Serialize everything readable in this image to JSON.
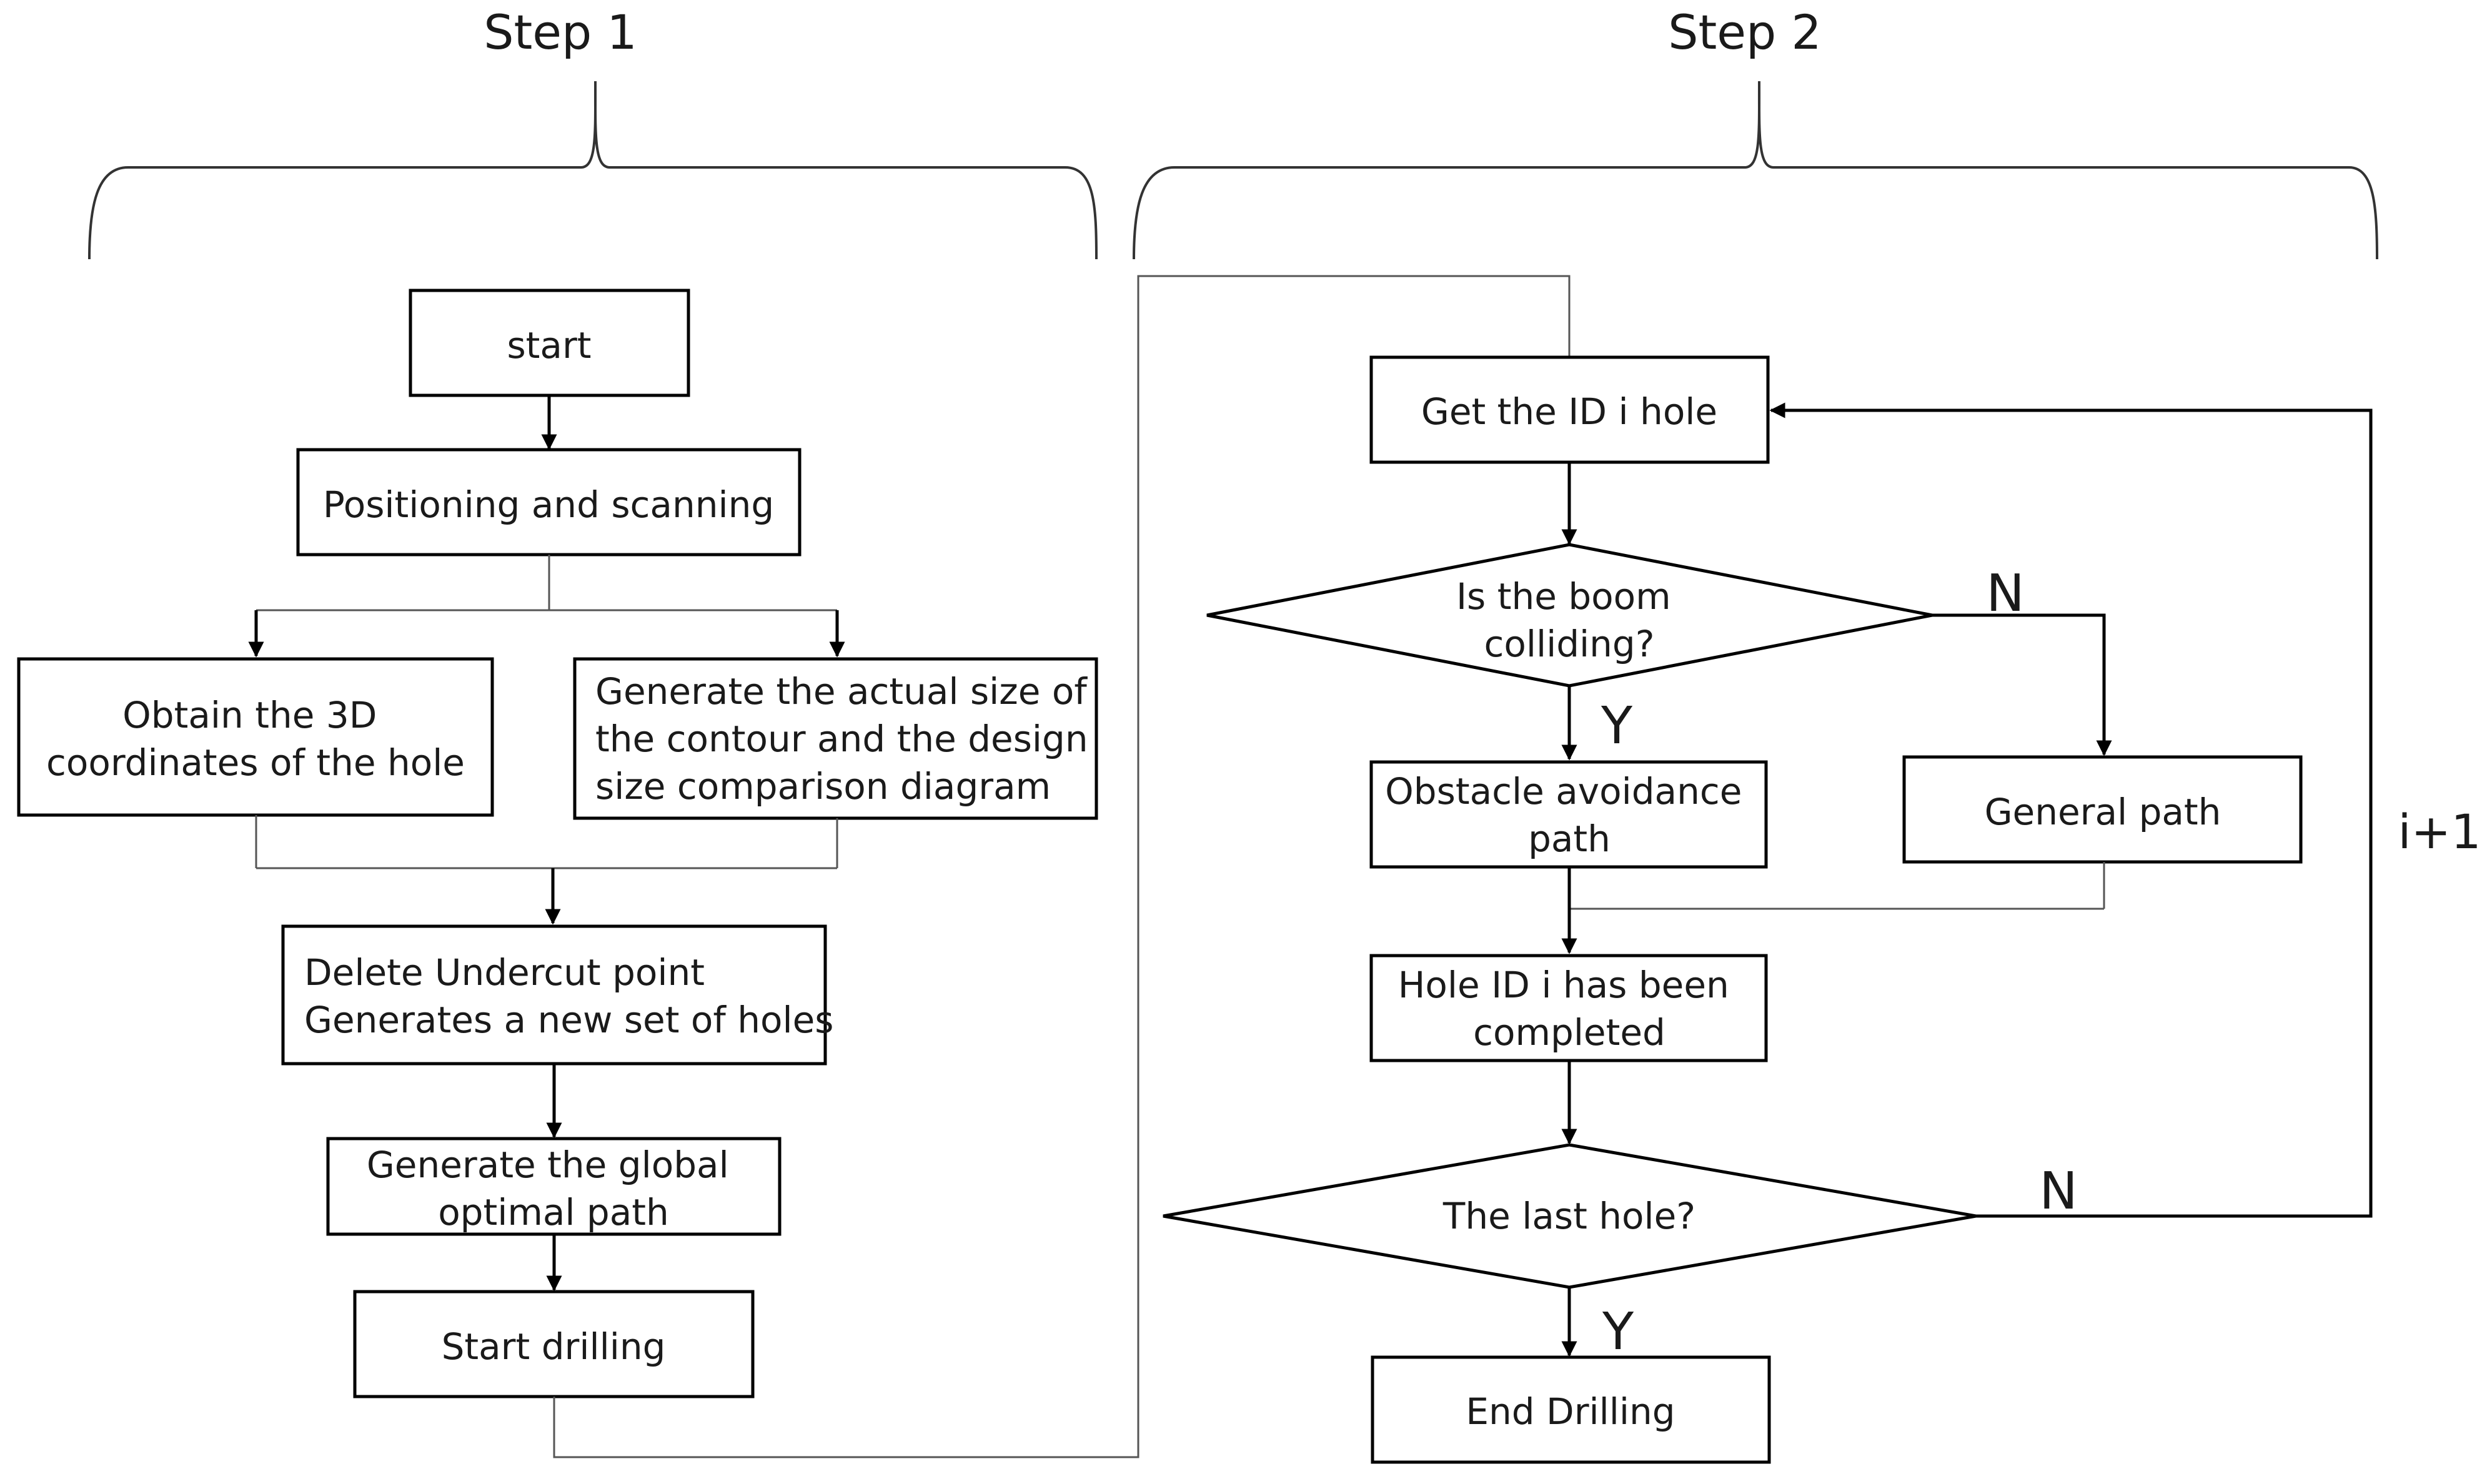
{
  "steps": {
    "step1": "Step 1",
    "step2": "Step 2"
  },
  "nodes": {
    "start": "start",
    "positioning": "Positioning and scanning",
    "obtain": [
      "Obtain the 3D",
      "coordinates of the hole"
    ],
    "generate_contour": [
      "Generate the actual size of",
      "the contour and the design",
      "size comparison diagram"
    ],
    "delete_undercut": [
      "Delete Undercut point",
      "Generates a new set of holes"
    ],
    "global_path": [
      "Generate the global",
      "optimal path"
    ],
    "start_drilling": "Start drilling",
    "get_id": "Get the ID i hole",
    "boom_decision": [
      "Is the boom",
      "colliding?"
    ],
    "obstacle_path": [
      "Obstacle avoidance",
      "path"
    ],
    "general_path": "General path",
    "hole_completed": [
      "Hole ID i has been",
      "completed"
    ],
    "last_hole_decision": "The last hole?",
    "end_drilling": "End Drilling"
  },
  "edge_labels": {
    "boom_no": "N",
    "boom_yes": "Y",
    "last_no": "N",
    "last_yes": "Y",
    "loop": "i+1"
  }
}
